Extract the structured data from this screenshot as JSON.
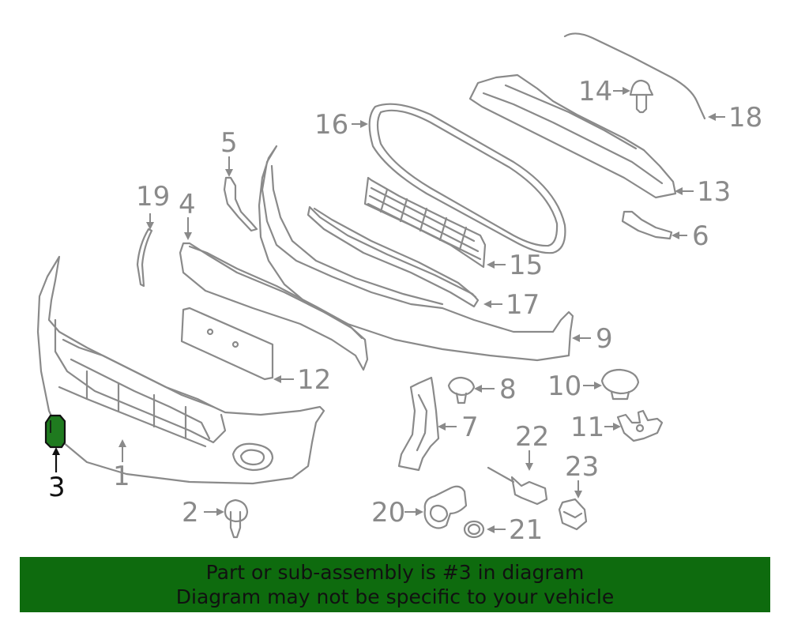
{
  "diagram": {
    "highlight_color": "#1f7a1f",
    "highlight_part": "3",
    "labels": {
      "p1": "1",
      "p2": "2",
      "p3": "3",
      "p4": "4",
      "p5": "5",
      "p6": "6",
      "p7": "7",
      "p8": "8",
      "p9": "9",
      "p10": "10",
      "p11": "11",
      "p12": "12",
      "p13": "13",
      "p14": "14",
      "p15": "15",
      "p16": "16",
      "p17": "17",
      "p18": "18",
      "p19": "19",
      "p20": "20",
      "p21": "21",
      "p22": "22",
      "p23": "23"
    }
  },
  "banner": {
    "line1": "Part or sub-assembly is #3 in diagram",
    "line2": "Diagram may not be specific to your vehicle",
    "background": "#0e6b0e"
  }
}
